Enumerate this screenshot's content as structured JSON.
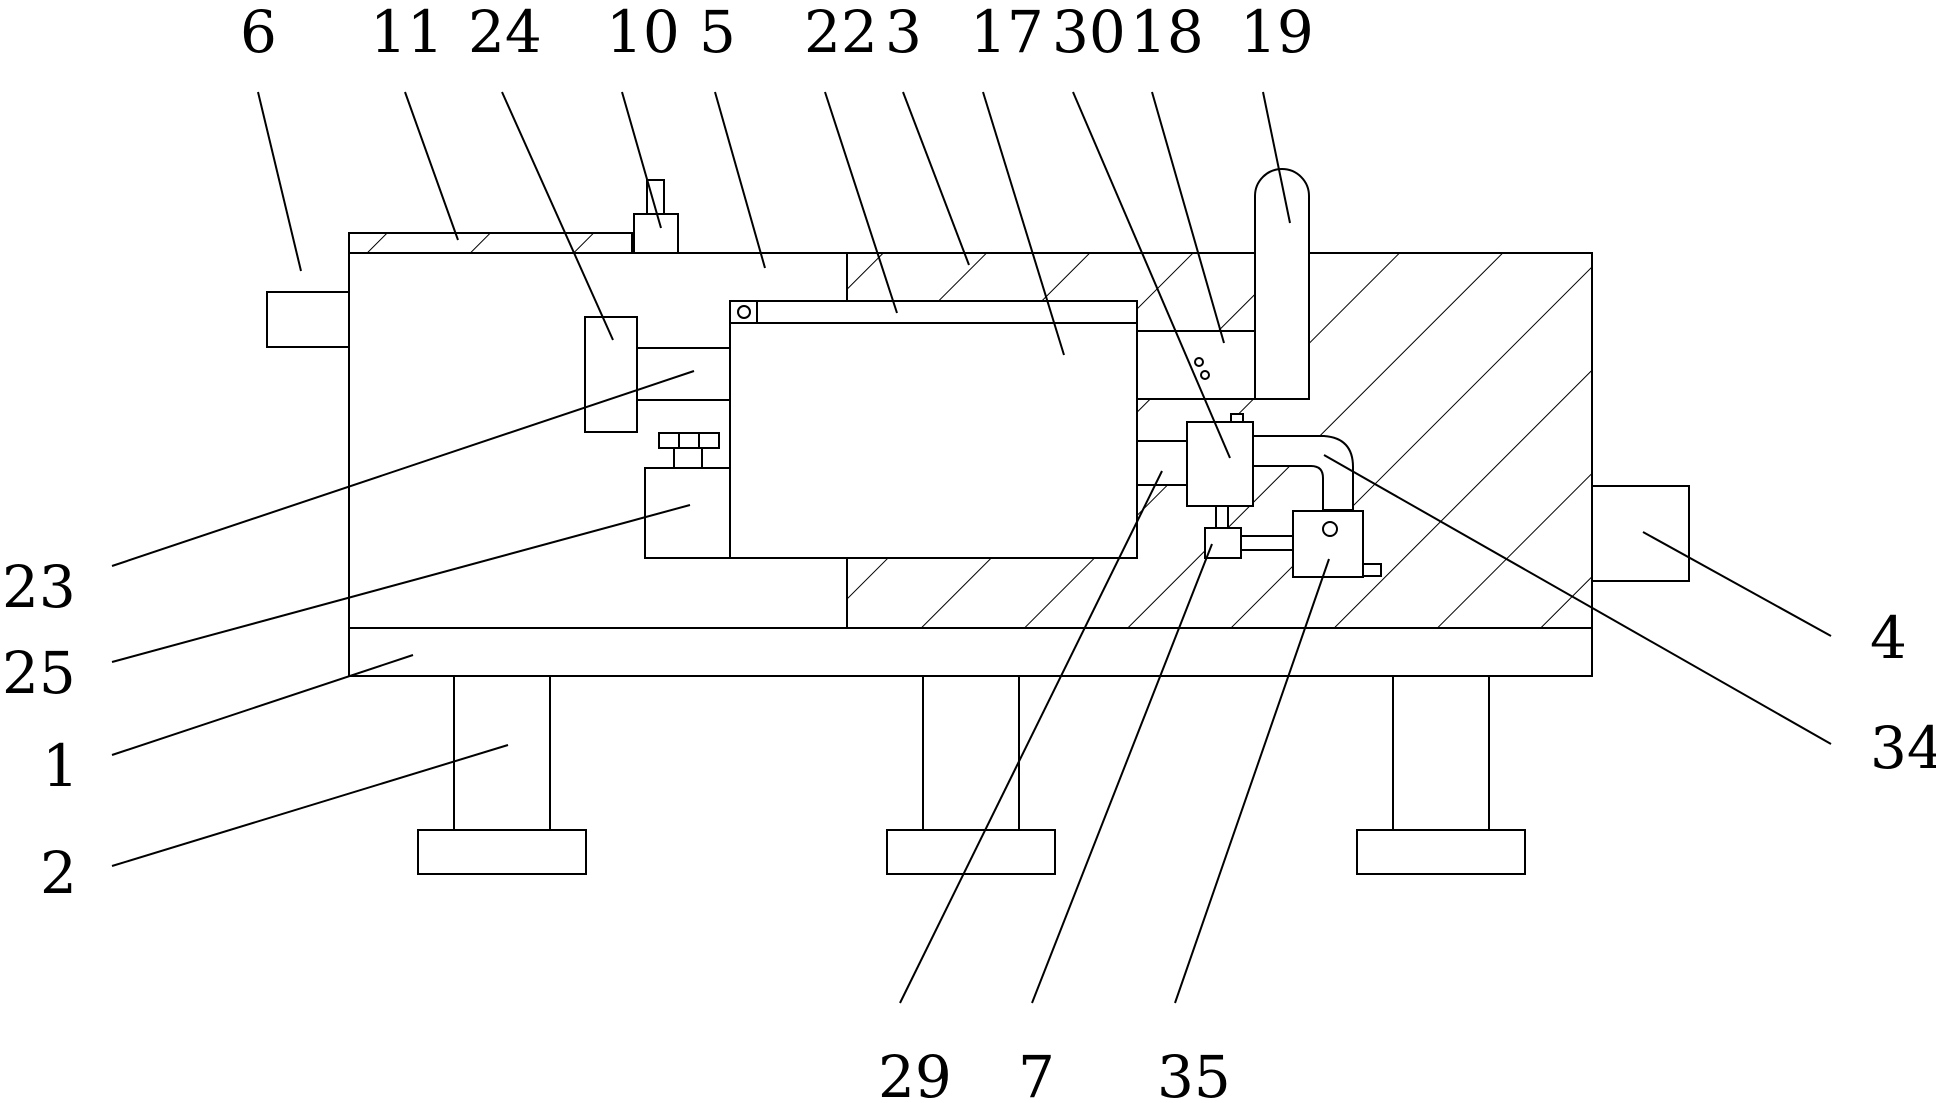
{
  "diagram": {
    "labels_top": [
      "6",
      "11",
      "24",
      "10",
      "5",
      "22",
      "3",
      "17",
      "30",
      "18",
      "19"
    ],
    "labels_left": [
      "23",
      "25",
      "1",
      "2"
    ],
    "labels_right": [
      "4",
      "34"
    ],
    "labels_bottom": [
      "29",
      "7",
      "35"
    ]
  },
  "colors": {
    "line": "#000000",
    "background": "#ffffff"
  }
}
